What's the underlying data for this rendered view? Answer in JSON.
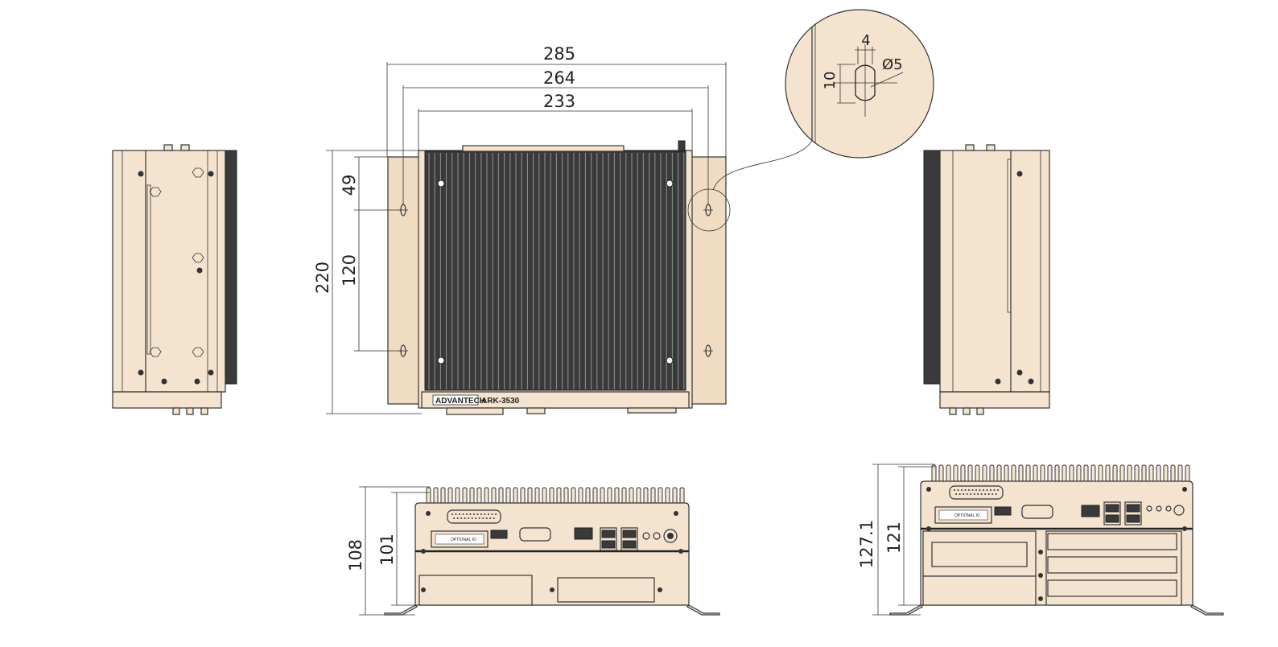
{
  "top_view": {
    "width_overall": "285",
    "width_mount_holes": "264",
    "width_body": "233",
    "height_overall": "220",
    "hole_offset": "49",
    "hole_spacing": "120",
    "brand_label": "ADVANTECH",
    "model_label": "ARK-3530"
  },
  "detail_view": {
    "slot_width": "4",
    "hole_diameter": "Ø5",
    "slot_length": "10"
  },
  "front_view": {
    "overall_height": "108",
    "body_height": "101",
    "card_label": "OPTIONAL IO"
  },
  "rear_view": {
    "overall_height": "127.1",
    "body_height": "121",
    "card_label": "OPTIONAL IO"
  },
  "colors": {
    "body": "#f4e4cf",
    "heatsink": "#3a3a3a",
    "line": "#333333"
  }
}
